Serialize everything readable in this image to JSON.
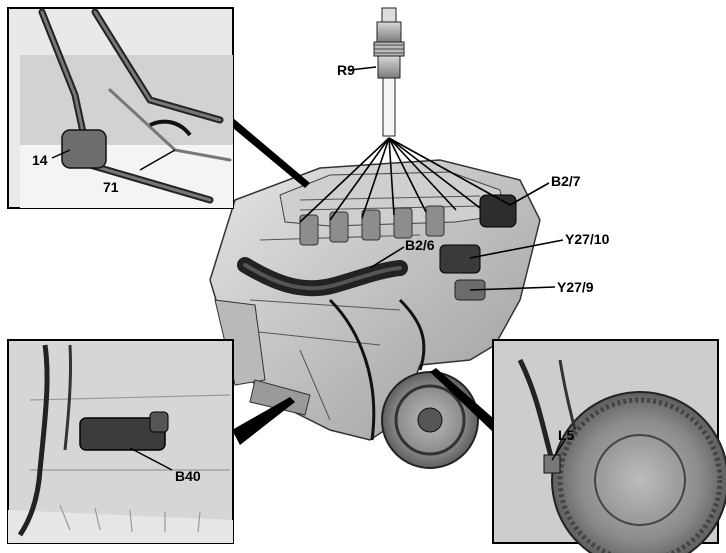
{
  "diagram": {
    "labels": {
      "r9": "R9",
      "b2_7": "B2/7",
      "b2_6": "B2/6",
      "y27_10": "Y27/10",
      "y27_9": "Y27/9",
      "l5": "L5",
      "b40": "B40",
      "n14": "14",
      "n71": "71"
    }
  }
}
